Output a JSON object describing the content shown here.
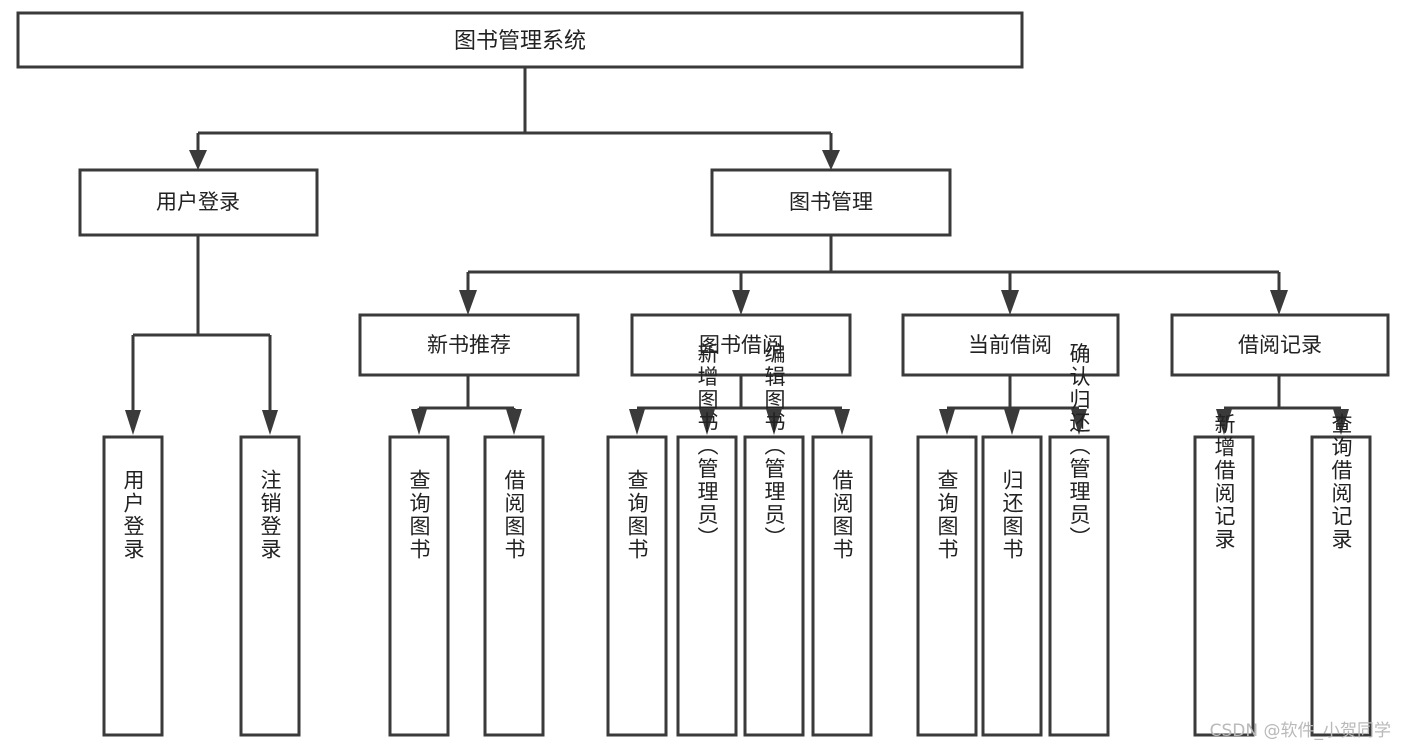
{
  "diagram": {
    "kind": "tree-hierarchy-diagram",
    "title": "图书管理系统",
    "watermark": "CSDN @软件_小贺同学",
    "colors": {
      "stroke": "#3a3a3a",
      "box_fill": "#ffffff",
      "text": "#222222",
      "watermark": "#b9b9b9",
      "background": "#ffffff"
    },
    "root": {
      "label": "图书管理系统",
      "orientation": "horizontal"
    },
    "level2": [
      {
        "label": "用户登录",
        "orientation": "horizontal"
      },
      {
        "label": "图书管理",
        "orientation": "horizontal"
      }
    ],
    "level3": [
      {
        "label": "新书推荐",
        "orientation": "horizontal"
      },
      {
        "label": "图书借阅",
        "orientation": "horizontal"
      },
      {
        "label": "当前借阅",
        "orientation": "horizontal"
      },
      {
        "label": "借阅记录",
        "orientation": "horizontal"
      }
    ],
    "groups": [
      {
        "parent": "用户登录",
        "leaves": [
          {
            "label": "用户登录",
            "orientation": "vertical"
          },
          {
            "label": "注销登录",
            "orientation": "vertical"
          }
        ]
      },
      {
        "parent": "新书推荐",
        "leaves": [
          {
            "label": "查询图书",
            "orientation": "vertical"
          },
          {
            "label": "借阅图书",
            "orientation": "vertical"
          }
        ]
      },
      {
        "parent": "图书借阅",
        "leaves": [
          {
            "label": "查询图书",
            "orientation": "vertical"
          },
          {
            "label": "新增图书（管理员）",
            "orientation": "vertical"
          },
          {
            "label": "编辑图书（管理员）",
            "orientation": "vertical"
          },
          {
            "label": "借阅图书",
            "orientation": "vertical"
          }
        ]
      },
      {
        "parent": "当前借阅",
        "leaves": [
          {
            "label": "查询图书",
            "orientation": "vertical"
          },
          {
            "label": "归还图书",
            "orientation": "vertical"
          },
          {
            "label": "确认归还（管理员）",
            "orientation": "vertical"
          }
        ]
      },
      {
        "parent": "借阅记录",
        "leaves": [
          {
            "label": "新增借阅记录",
            "orientation": "vertical"
          },
          {
            "label": "查询借阅记录",
            "orientation": "vertical"
          }
        ]
      }
    ]
  }
}
